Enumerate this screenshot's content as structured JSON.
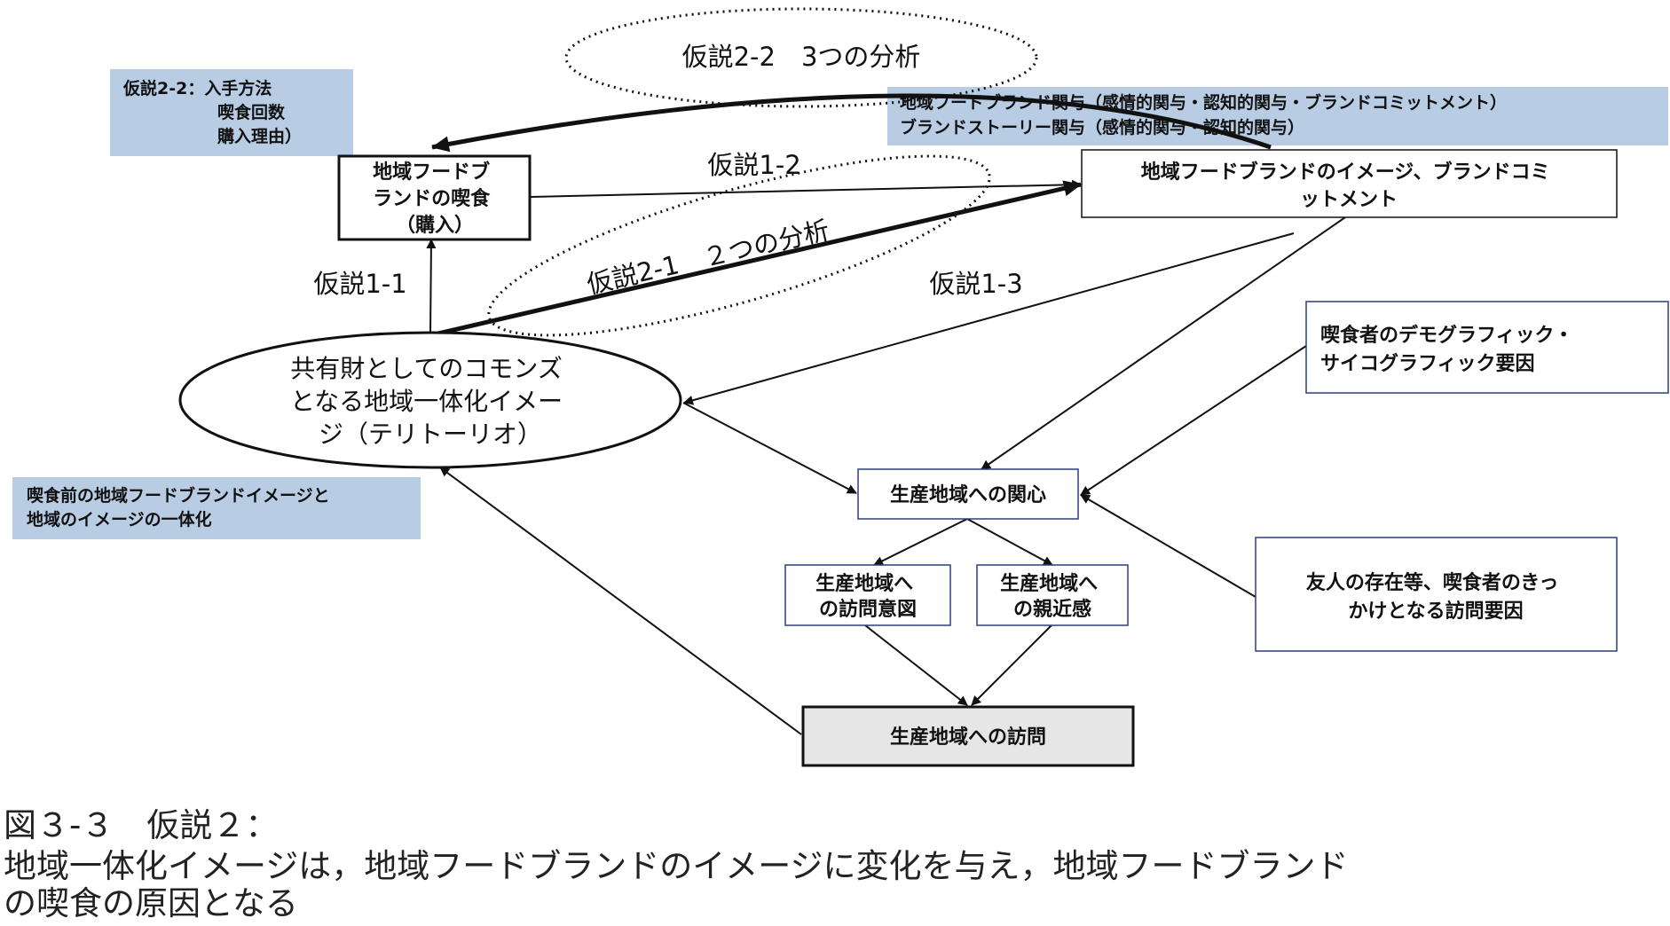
{
  "boxes": {
    "eating": [
      "地域フードブ",
      "ランドの喫食",
      "（購入）"
    ],
    "image_commit": [
      "地域フードブランドのイメージ、ブランドコミ",
      "ットメント"
    ],
    "commons": [
      "共有財としてのコモンズ",
      "となる地域一体化イメー",
      "ジ（テリトーリオ）"
    ],
    "demographic": [
      "喫食者のデモグラフィック・",
      "サイコグラフィック要因"
    ],
    "interest": [
      "生産地域への関心"
    ],
    "intent": [
      "生産地域へ",
      "の訪問意図"
    ],
    "affinity": [
      "生産地域へ",
      "の親近感"
    ],
    "friend": [
      "友人の存在等、喫食者のきっ",
      "かけとなる訪問要因"
    ],
    "visit": [
      "生産地域への訪問"
    ]
  },
  "notes": {
    "h22_items": [
      "仮説2-2：入手方法",
      "喫食回数",
      "購入理由）"
    ],
    "involvement": [
      "地域フードブランド関与（感情的関与・認知的関与・ブランドコミットメント）",
      "ブランドストーリー関与（感情的関与・認知的関与）"
    ],
    "pre_eating": [
      "喫食前の地域フードブランドイメージと",
      "地域のイメージの一体化"
    ]
  },
  "labels": {
    "h22_analysis": "仮説2-2　3つの分析",
    "h12": "仮説1-2",
    "h21_analysis": "仮説2-1　２つの分析",
    "h11": "仮説1-1",
    "h13": "仮説1-3"
  },
  "caption": {
    "line1": "図３-３　仮説２：",
    "line2": "地域一体化イメージは，地域フードブランドのイメージに変化を与え，地域フードブランド",
    "line3": "の喫食の原因となる"
  },
  "colors": {
    "note_fill": "#b8cce4",
    "visit_fill": "#e6e6e6",
    "line": "#111111"
  }
}
